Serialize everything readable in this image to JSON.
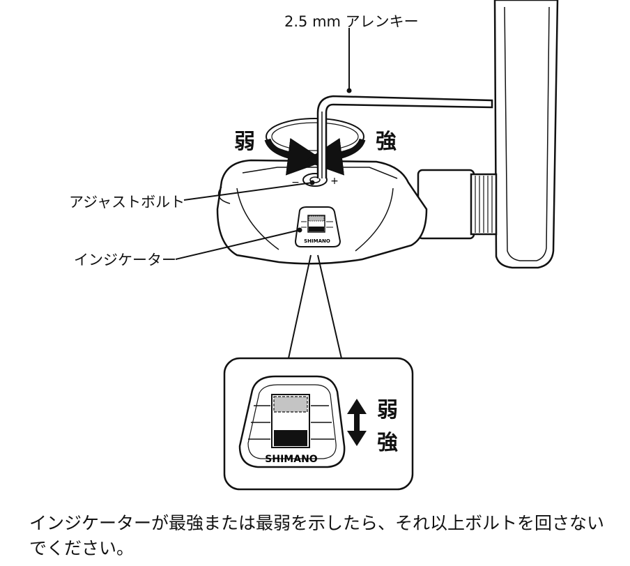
{
  "labels": {
    "tool": "2.5 mm アレンキー",
    "weak_top": "弱",
    "strong_top": "強",
    "adjust_bolt": "アジャストボルト",
    "indicator": "インジケーター",
    "weak_detail": "弱",
    "strong_detail": "強",
    "brand_small": "SHIMANO",
    "brand_large": "SHIMANO",
    "minus_mark": "−",
    "plus_mark": "+"
  },
  "note": "インジケーターが最強または最弱を示したら、それ以上ボルトを回さないでください。"
}
